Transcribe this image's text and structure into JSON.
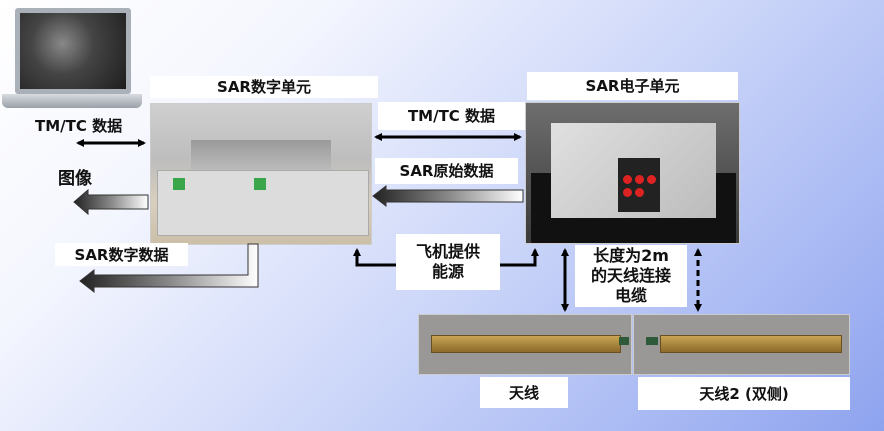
{
  "labels": {
    "digital_unit": "SAR数字单元",
    "electronic_unit": "SAR电子单元",
    "tmtc_left": "TM/TC 数据",
    "image": "图像",
    "sar_digital_data": "SAR数字数据",
    "tmtc_right": "TM/TC 数据",
    "sar_raw_data": "SAR原始数据",
    "aircraft_power": "飞机提供\n能源",
    "cable": "长度为2m\n的天线连接\n电缆",
    "antenna": "天线",
    "antenna2": "天线2 (双侧)"
  }
}
